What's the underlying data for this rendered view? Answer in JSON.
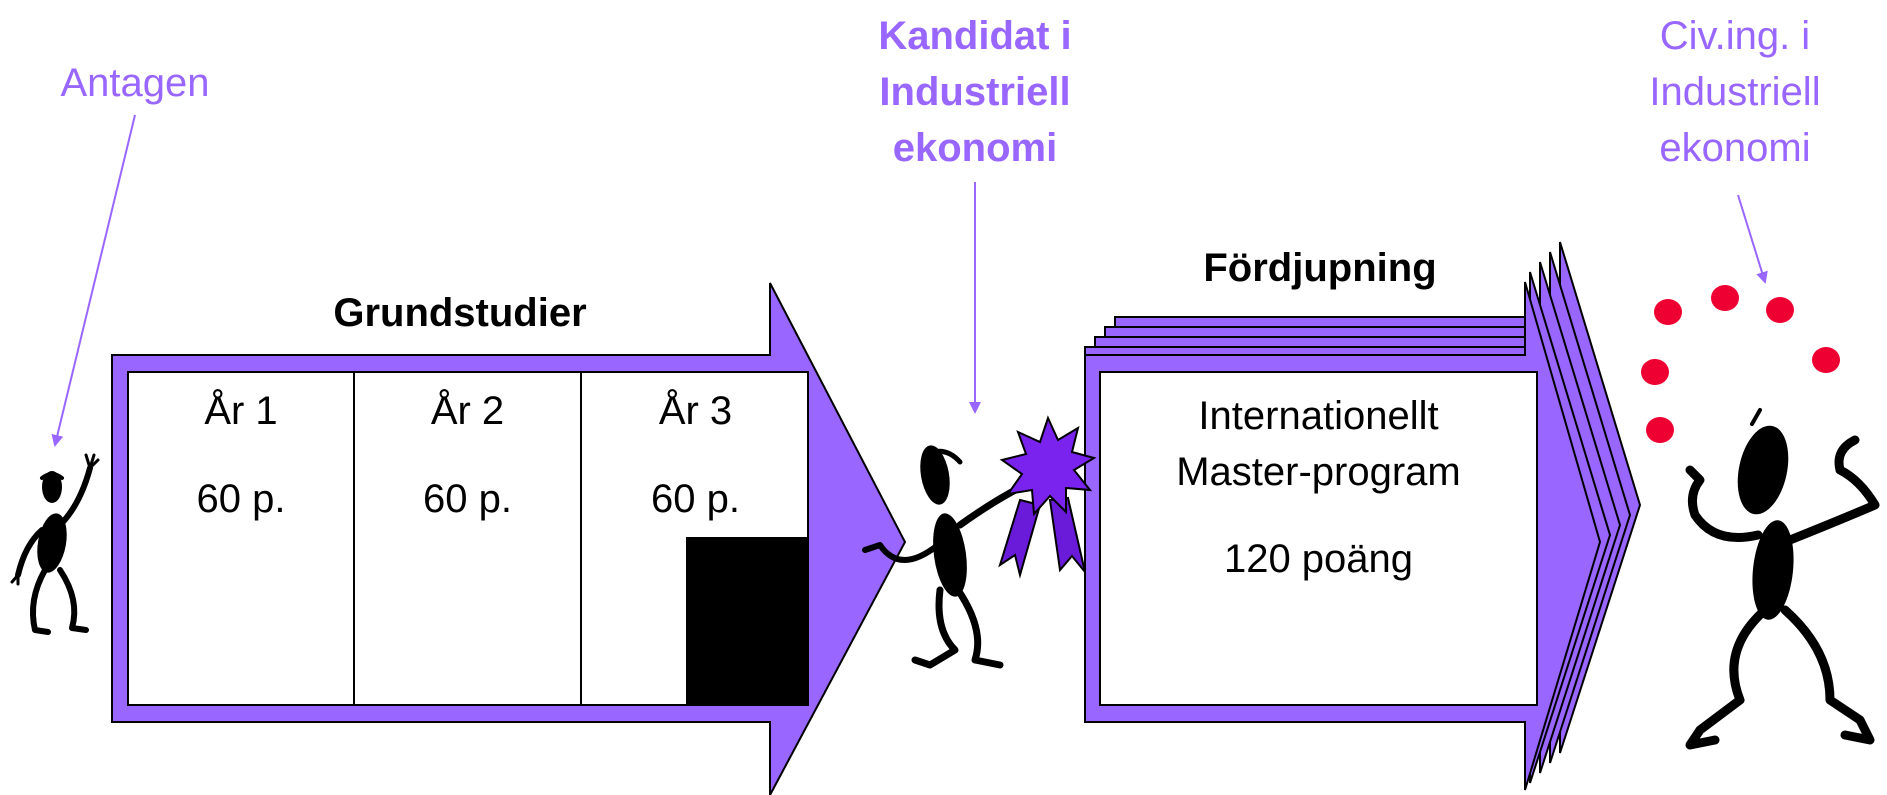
{
  "colors": {
    "arrow_fill": "#9966ff",
    "arrow_dark": "#7a3cff",
    "label_purple": "#9966ff",
    "ball_red": "#ee0033",
    "figure_black": "#000000"
  },
  "labels": {
    "antagen": "Antagen",
    "kandidat": [
      "Kandidat i",
      "Industriell",
      "ekonomi"
    ],
    "civing": [
      "Civ.ing. i",
      "Industriell",
      "ekonomi"
    ]
  },
  "grundstudier": {
    "title": "Grundstudier",
    "years": [
      {
        "year": "År 1",
        "points": "60 p."
      },
      {
        "year": "År 2",
        "points": "60 p."
      },
      {
        "year": "År 3",
        "points": "60 p."
      }
    ]
  },
  "fordjupning": {
    "title": "Fördjupning",
    "lines": [
      "Internationellt",
      "Master-program"
    ],
    "points": "120 poäng"
  },
  "icons": [
    "waving-stick-figure-icon",
    "stick-figure-with-rosette-icon",
    "award-rosette-icon",
    "juggling-stick-figure-icon",
    "juggling-ball-icon"
  ]
}
